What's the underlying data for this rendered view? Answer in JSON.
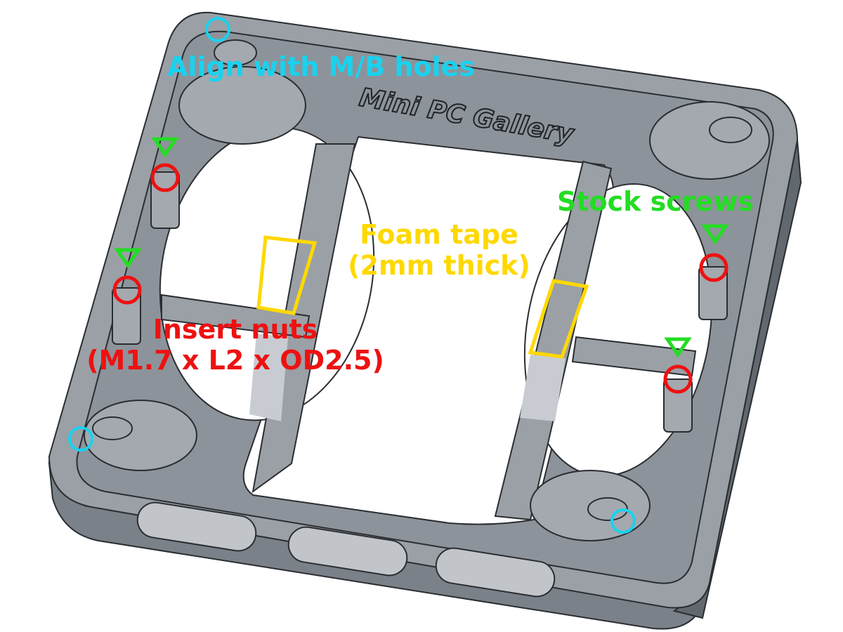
{
  "title_emboss": "Mini PC Gallery",
  "annotations": {
    "align": {
      "text": "Align with M/B holes",
      "color": "#19d2ef"
    },
    "stock": {
      "text": "Stock screws",
      "color": "#22dd22"
    },
    "foam": {
      "line1": "Foam tape",
      "line2": "(2mm thick)",
      "color": "#ffd800"
    },
    "insert": {
      "line1": "Insert nuts",
      "line2": "(M1.7 x L2 x OD2.5)",
      "color": "#ee1111"
    }
  },
  "colors": {
    "body": "#9aa0a6",
    "body_dark": "#5e646b",
    "edge": "#2a2d31",
    "pad": "#c8ccd2"
  }
}
